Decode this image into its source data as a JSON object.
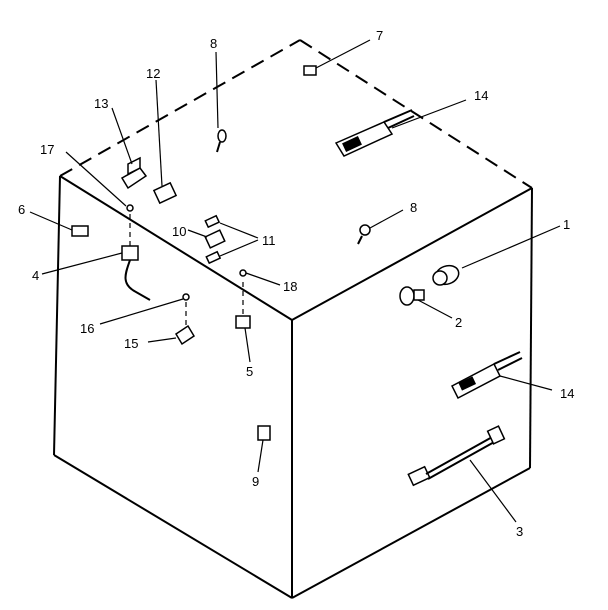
{
  "diagram": {
    "callouts": [
      {
        "id": "c1",
        "text": "1"
      },
      {
        "id": "c2",
        "text": "2"
      },
      {
        "id": "c3",
        "text": "3"
      },
      {
        "id": "c4",
        "text": "4"
      },
      {
        "id": "c5",
        "text": "5"
      },
      {
        "id": "c6",
        "text": "6"
      },
      {
        "id": "c7",
        "text": "7"
      },
      {
        "id": "c8a",
        "text": "8"
      },
      {
        "id": "c8b",
        "text": "8"
      },
      {
        "id": "c9",
        "text": "9"
      },
      {
        "id": "c10",
        "text": "10"
      },
      {
        "id": "c11",
        "text": "11"
      },
      {
        "id": "c12",
        "text": "12"
      },
      {
        "id": "c13",
        "text": "13"
      },
      {
        "id": "c14a",
        "text": "14"
      },
      {
        "id": "c14b",
        "text": "14"
      },
      {
        "id": "c15",
        "text": "15"
      },
      {
        "id": "c16",
        "text": "16"
      },
      {
        "id": "c17",
        "text": "17"
      },
      {
        "id": "c18",
        "text": "18"
      }
    ]
  }
}
